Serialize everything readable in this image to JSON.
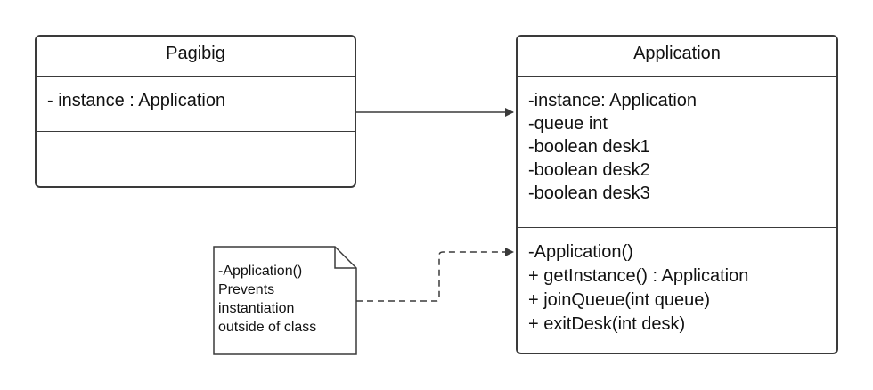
{
  "pagibig": {
    "title": "Pagibig",
    "attributes": [
      "- instance : Application"
    ],
    "operations": []
  },
  "application": {
    "title": "Application",
    "attributes": [
      "-instance: Application",
      "-queue int",
      "-boolean desk1",
      "-boolean desk2",
      "-boolean desk3"
    ],
    "operations": [
      "-Application()",
      "+ getInstance() : Application",
      "+ joinQueue(int queue)",
      "+ exitDesk(int desk)"
    ]
  },
  "note": {
    "lines": [
      "-Application()",
      "Prevents",
      "instantiation",
      "outside of class"
    ]
  },
  "colors": {
    "stroke": "#3a3a3a",
    "text": "#111111",
    "background": "#ffffff"
  }
}
